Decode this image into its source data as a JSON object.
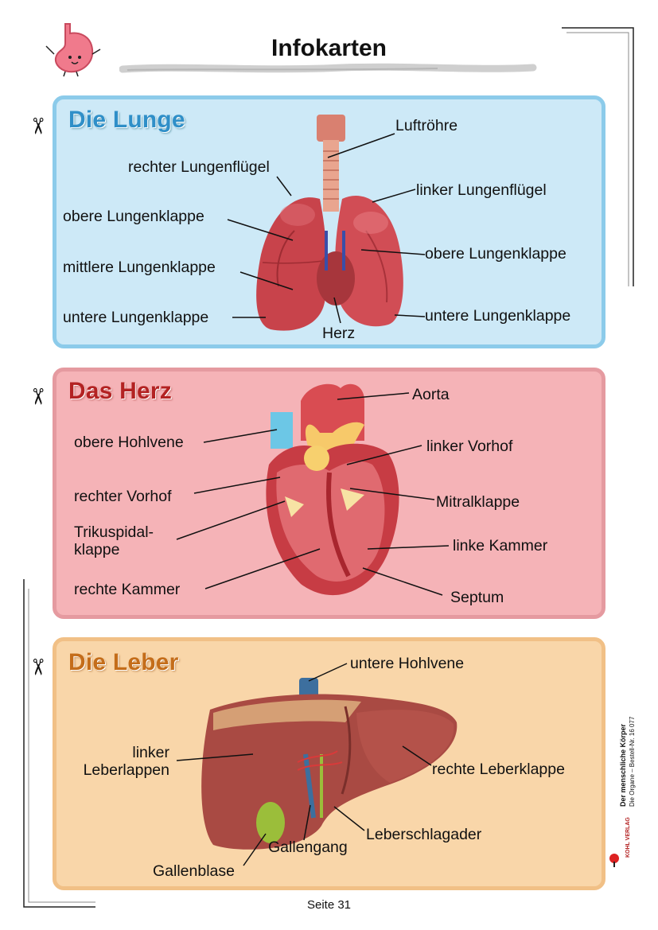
{
  "page": {
    "title": "Infokarten",
    "footer": "Seite 31"
  },
  "side": {
    "series": "Der menschliche Körper",
    "subtitle": "Die Organe – Bestell-Nr. 16 077",
    "publisher": "KOHL VERLAG"
  },
  "cards": {
    "lunge": {
      "title": "Die Lunge",
      "color": "#2f8fc8",
      "labels": {
        "luftroehre": "Luftröhre",
        "rechter_fluegel": "rechter Lungenflügel",
        "linker_fluegel": "linker Lungenflügel",
        "obere_links": "obere Lungenklappe",
        "obere_rechts": "obere Lungenklappe",
        "mittlere": "mittlere Lungenklappe",
        "untere_links": "untere Lungenklappe",
        "untere_rechts": "untere Lungenklappe",
        "herz": "Herz"
      }
    },
    "herz": {
      "title": "Das Herz",
      "color": "#b32222",
      "labels": {
        "aorta": "Aorta",
        "obere_hohlvene": "obere Hohlvene",
        "linker_vorhof": "linker Vorhof",
        "rechter_vorhof": "rechter Vorhof",
        "mitralklappe": "Mitralklappe",
        "trikuspidal": "Trikuspidal-\nklappe",
        "linke_kammer": "linke Kammer",
        "rechte_kammer": "rechte Kammer",
        "septum": "Septum"
      }
    },
    "leber": {
      "title": "Die Leber",
      "color": "#c46d1a",
      "labels": {
        "untere_hohlvene": "untere Hohlvene",
        "linker_leberlappen": "linker\nLeberlappen",
        "rechte_leberklappe": "rechte Leberklappe",
        "leberschlagader": "Leberschlagader",
        "gallengang": "Gallengang",
        "gallenblase": "Gallenblase"
      }
    }
  }
}
